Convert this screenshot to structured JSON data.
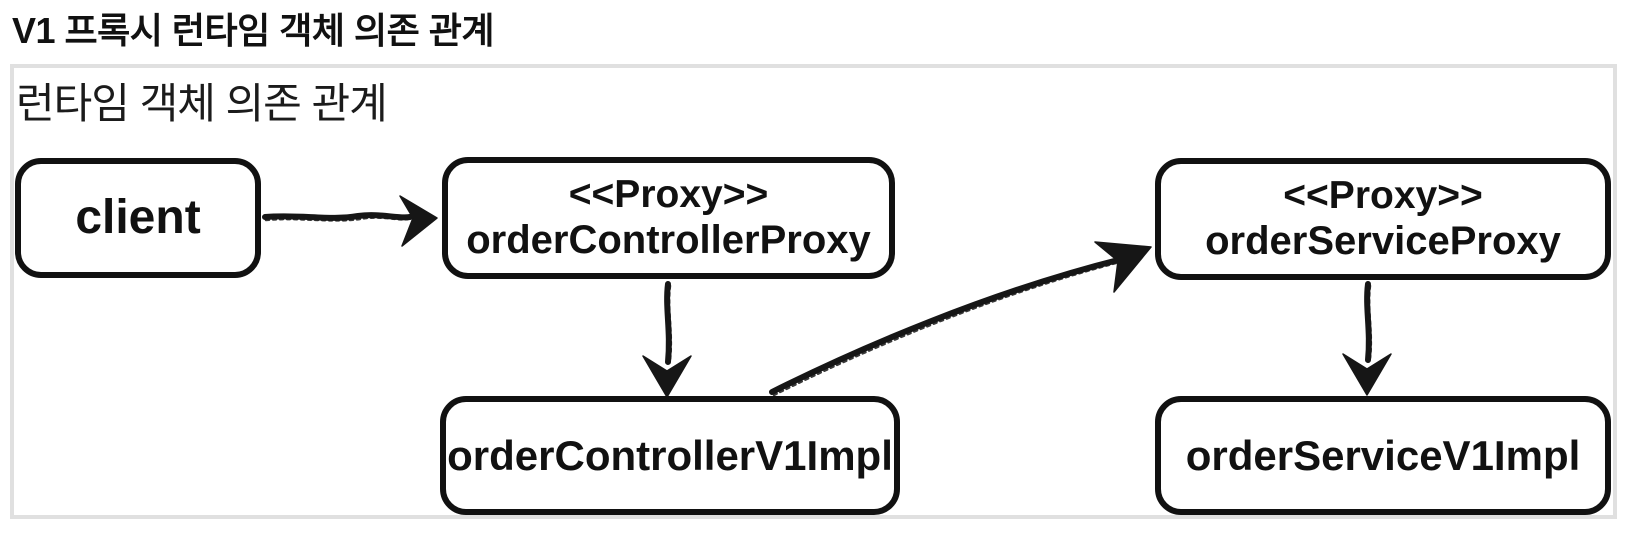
{
  "page": {
    "title": "V1 프록시 런타임 객체 의존 관계"
  },
  "panel": {
    "label": "런타임 객체 의존 관계"
  },
  "nodes": {
    "client": {
      "label": "client"
    },
    "order_controller_proxy": {
      "stereotype": "<<Proxy>>",
      "label": "orderControllerProxy"
    },
    "order_service_proxy": {
      "stereotype": "<<Proxy>>",
      "label": "orderServiceProxy"
    },
    "order_controller_v1_impl": {
      "label": "orderControllerV1Impl"
    },
    "order_service_v1_impl": {
      "label": "orderServiceV1Impl"
    }
  },
  "edges": [
    {
      "from": "client",
      "to": "order_controller_proxy",
      "direction": "right"
    },
    {
      "from": "order_controller_proxy",
      "to": "order_controller_v1_impl",
      "direction": "down"
    },
    {
      "from": "order_controller_v1_impl",
      "to": "order_service_proxy",
      "direction": "up-right"
    },
    {
      "from": "order_service_proxy",
      "to": "order_service_v1_impl",
      "direction": "down"
    }
  ],
  "colors": {
    "text": "#111111",
    "node_border": "#111111",
    "panel_border": "#e0e0e0",
    "arrow": "#161616",
    "background": "#ffffff"
  }
}
